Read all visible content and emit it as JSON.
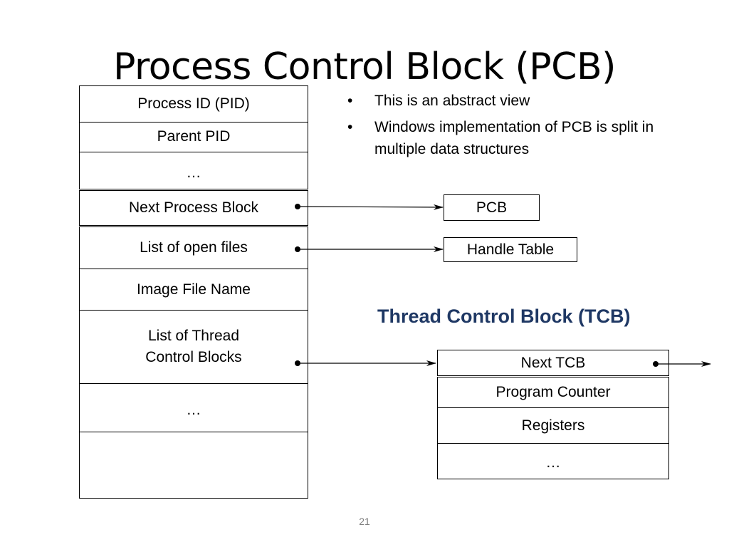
{
  "slide": {
    "title": "Process Control Block (PCB)",
    "page_number": "21"
  },
  "pcb_fields": [
    "Process ID (PID)",
    "Parent PID",
    "…",
    "Next Process Block",
    "List of open files",
    "Image File Name",
    "List of Thread\nControl Blocks",
    "…",
    ""
  ],
  "bullets": [
    "This is an abstract view",
    "Windows implementation of PCB is split in multiple data structures"
  ],
  "bullet_glyph": "•",
  "targets": {
    "pcb": "PCB",
    "handle_table": "Handle Table"
  },
  "tcb": {
    "title": "Thread Control Block (TCB)",
    "title_color": "#1f3864",
    "fields": [
      "Next TCB",
      "Program Counter",
      "Registers",
      "…"
    ]
  }
}
